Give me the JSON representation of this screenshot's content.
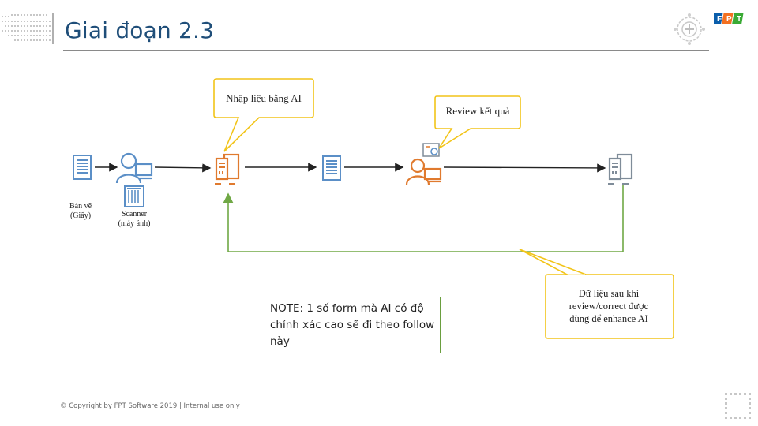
{
  "header": {
    "title": "Giai đoạn 2.3",
    "logo_text": "FPT"
  },
  "diagram": {
    "callout_ai_input": "Nhập liệu bằng AI",
    "callout_review": "Review kết quả",
    "label_paper_drawing": [
      "Bản vẽ",
      "(Giấy)"
    ],
    "label_scanner": [
      "Scanner",
      "(máy ảnh)"
    ],
    "note_text": "NOTE: 1 số form mà AI có độ chính xác cao sẽ đi theo follow này",
    "callout_feedback": [
      "Dữ liệu sau khi",
      "review/correct được",
      "dùng để enhance AI"
    ]
  },
  "footer": {
    "copyright": "© Copyright by FPT Software 2019 | Internal use only"
  },
  "colors": {
    "title": "#1f4e79",
    "icon_blue": "#5b8fc7",
    "icon_orange": "#e07a2e",
    "icon_gray": "#7f8c99",
    "callout_border": "#f2c418",
    "feedback_line": "#70a845",
    "fpt_orange": "#f37021",
    "fpt_blue": "#0a5eab",
    "fpt_green": "#3aaa35"
  }
}
